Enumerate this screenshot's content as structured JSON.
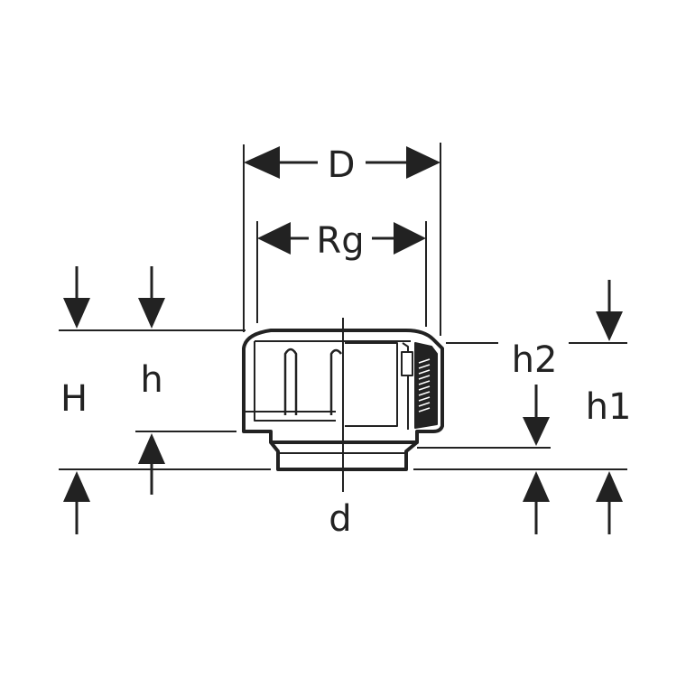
{
  "diagram": {
    "labels": {
      "D": "D",
      "Rg": "Rg",
      "H": "H",
      "h": "h",
      "h1": "h1",
      "h2": "h2",
      "d": "d"
    },
    "colors": {
      "line": "#222222",
      "fill": "#ffffff"
    }
  }
}
